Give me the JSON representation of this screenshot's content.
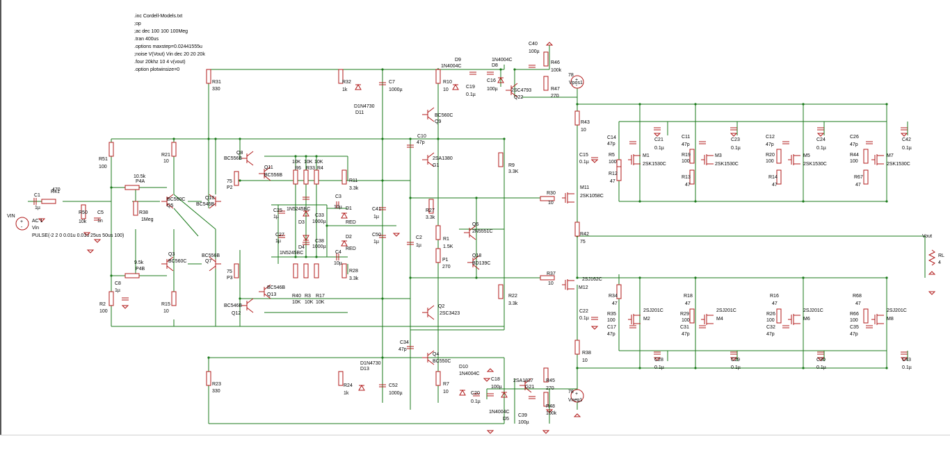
{
  "directives": [
    ".inc Cordell-Models.txt",
    ";op",
    ";ac dec 100 100 100Meg",
    ".tran 400us",
    ".options maxstep=0.02441555u",
    ";noise V(Vout) Vin dec 20 20 20k",
    ".four 20khz 10 4 v(vout)",
    ".option plotwinsize=0"
  ],
  "components": [
    {
      "id": "c1",
      "label": "C1"
    },
    {
      "id": "c1v",
      "label": "1µ"
    },
    {
      "id": "r41",
      "label": "R41"
    },
    {
      "id": "r41v",
      "label": "470"
    },
    {
      "id": "vin",
      "label": "VIN"
    },
    {
      "id": "vin1",
      "label": "AC 1"
    },
    {
      "id": "vin2",
      "label": "Vin"
    },
    {
      "id": "vin3",
      "label": "PULSE(-2 2 0 0.01u 0.01u 25us 50us 100)"
    },
    {
      "id": "r50",
      "label": "R50"
    },
    {
      "id": "r50v",
      "label": "10k"
    },
    {
      "id": "c5",
      "label": "C5"
    },
    {
      "id": "c5v",
      "label": "1n"
    },
    {
      "id": "r51",
      "label": "R51"
    },
    {
      "id": "r51v",
      "label": "100"
    },
    {
      "id": "r2",
      "label": "R2"
    },
    {
      "id": "r2v",
      "label": "100"
    },
    {
      "id": "c8",
      "label": "C8"
    },
    {
      "id": "c8v",
      "label": "1µ"
    },
    {
      "id": "p4a1",
      "label": "10.5k"
    },
    {
      "id": "p4a",
      "label": "P4A"
    },
    {
      "id": "p4b1",
      "label": "9.5k"
    },
    {
      "id": "p4b",
      "label": "P4B"
    },
    {
      "id": "r38",
      "label": "R38"
    },
    {
      "id": "r38v",
      "label": "1Meg"
    },
    {
      "id": "r21",
      "label": "R21"
    },
    {
      "id": "r21v",
      "label": "10"
    },
    {
      "id": "r15",
      "label": "R15"
    },
    {
      "id": "r15v",
      "label": "10"
    },
    {
      "id": "q5",
      "label": "BC560C"
    },
    {
      "id": "q5n",
      "label": "Q5"
    },
    {
      "id": "q3",
      "label": "Q3"
    },
    {
      "id": "q3n",
      "label": "BC560C"
    },
    {
      "id": "q10",
      "label": "Q10"
    },
    {
      "id": "q10n",
      "label": "BC546B"
    },
    {
      "id": "q7",
      "label": "BC556B"
    },
    {
      "id": "q7n",
      "label": "Q7"
    },
    {
      "id": "r31",
      "label": "R31"
    },
    {
      "id": "r31v",
      "label": "330"
    },
    {
      "id": "r23",
      "label": "R23"
    },
    {
      "id": "r23v",
      "label": "330"
    },
    {
      "id": "q8",
      "label": "Q8"
    },
    {
      "id": "q8n",
      "label": "BC556B"
    },
    {
      "id": "q11",
      "label": "Q11"
    },
    {
      "id": "q11n",
      "label": "BC556B"
    },
    {
      "id": "p2v",
      "label": "75"
    },
    {
      "id": "p2",
      "label": "P2"
    },
    {
      "id": "p3v",
      "label": "75"
    },
    {
      "id": "p3",
      "label": "P3"
    },
    {
      "id": "q13",
      "label": "BC546B"
    },
    {
      "id": "q13n",
      "label": "Q13"
    },
    {
      "id": "q12",
      "label": "BC546B"
    },
    {
      "id": "q12n",
      "label": "Q12"
    },
    {
      "id": "r6v",
      "label": "10K"
    },
    {
      "id": "r33v",
      "label": "10K"
    },
    {
      "id": "r4v",
      "label": "10K"
    },
    {
      "id": "r6",
      "label": "R6"
    },
    {
      "id": "r33",
      "label": "R33"
    },
    {
      "id": "r4",
      "label": "R4"
    },
    {
      "id": "r40",
      "label": "R40"
    },
    {
      "id": "r3",
      "label": "R3"
    },
    {
      "id": "r17",
      "label": "R17"
    },
    {
      "id": "r40v",
      "label": "10K"
    },
    {
      "id": "r3v",
      "label": "10K"
    },
    {
      "id": "r17v",
      "label": "10K"
    },
    {
      "id": "c25",
      "label": "C25"
    },
    {
      "id": "c25v",
      "label": "1µ"
    },
    {
      "id": "c27",
      "label": "C27"
    },
    {
      "id": "c27v",
      "label": "1µ"
    },
    {
      "id": "d3m",
      "label": "1N5245BC"
    },
    {
      "id": "d3",
      "label": "D3"
    },
    {
      "id": "d4",
      "label": "D4"
    },
    {
      "id": "d4m",
      "label": "1N5245BC"
    },
    {
      "id": "c33",
      "label": "C33"
    },
    {
      "id": "c33v",
      "label": "1000µ"
    },
    {
      "id": "c38",
      "label": "C38"
    },
    {
      "id": "c38v",
      "label": "1000µ"
    },
    {
      "id": "r11",
      "label": "R11"
    },
    {
      "id": "r11v",
      "label": "3.3k"
    },
    {
      "id": "r28",
      "label": "R28"
    },
    {
      "id": "r28v",
      "label": "3.3k"
    },
    {
      "id": "c3",
      "label": "C3"
    },
    {
      "id": "c3v",
      "label": "10µ"
    },
    {
      "id": "c4",
      "label": "C4"
    },
    {
      "id": "c4v",
      "label": "10µ"
    },
    {
      "id": "d1",
      "label": "D1"
    },
    {
      "id": "d1m",
      "label": "RED"
    },
    {
      "id": "d2",
      "label": "D2"
    },
    {
      "id": "d2m",
      "label": "RED"
    },
    {
      "id": "r32",
      "label": "R32"
    },
    {
      "id": "r32v",
      "label": "1k"
    },
    {
      "id": "d11m",
      "label": "D1N4730"
    },
    {
      "id": "d11",
      "label": "D11"
    },
    {
      "id": "c7",
      "label": "C7"
    },
    {
      "id": "c7v",
      "label": "1000µ"
    },
    {
      "id": "r24",
      "label": "R24"
    },
    {
      "id": "r24v",
      "label": "1k"
    },
    {
      "id": "d13m",
      "label": "D1N4730"
    },
    {
      "id": "d13",
      "label": "D13"
    },
    {
      "id": "c52",
      "label": "C52"
    },
    {
      "id": "c52v",
      "label": "1000µ"
    },
    {
      "id": "c41",
      "label": "C41"
    },
    {
      "id": "c41v",
      "label": "1µ"
    },
    {
      "id": "c50",
      "label": "C50"
    },
    {
      "id": "c50v",
      "label": "1µ"
    },
    {
      "id": "r10",
      "label": "R10"
    },
    {
      "id": "r10v",
      "label": "10"
    },
    {
      "id": "q9m",
      "label": "BC560C"
    },
    {
      "id": "q9",
      "label": "Q9"
    },
    {
      "id": "c10",
      "label": "C10"
    },
    {
      "id": "c10v",
      "label": "47p"
    },
    {
      "id": "g1m",
      "label": "2SA1380"
    },
    {
      "id": "g1",
      "label": "G1"
    },
    {
      "id": "r27",
      "label": "R27"
    },
    {
      "id": "r27v",
      "label": "3.3k"
    },
    {
      "id": "c2",
      "label": "C2"
    },
    {
      "id": "c2v",
      "label": "1µ"
    },
    {
      "id": "r1",
      "label": "R1"
    },
    {
      "id": "r1v",
      "label": "1.5K"
    },
    {
      "id": "p1",
      "label": "P1"
    },
    {
      "id": "p1v",
      "label": "270"
    },
    {
      "id": "q6",
      "label": "Q6"
    },
    {
      "id": "q6m",
      "label": "2N5551C"
    },
    {
      "id": "q18",
      "label": "Q18"
    },
    {
      "id": "q18m",
      "label": "BD139C"
    },
    {
      "id": "q2",
      "label": "Q2"
    },
    {
      "id": "q2m",
      "label": "2SC3423"
    },
    {
      "id": "c34",
      "label": "C34"
    },
    {
      "id": "c34v",
      "label": "47p"
    },
    {
      "id": "q4",
      "label": "Q4"
    },
    {
      "id": "q4m",
      "label": "BC550C"
    },
    {
      "id": "r7",
      "label": "R7"
    },
    {
      "id": "r7v",
      "label": "10"
    },
    {
      "id": "r9",
      "label": "R9"
    },
    {
      "id": "r9v",
      "label": "3.3K"
    },
    {
      "id": "r22",
      "label": "R22"
    },
    {
      "id": "r22v",
      "label": "3.3k"
    },
    {
      "id": "d9",
      "label": "D9"
    },
    {
      "id": "d9m",
      "label": "1N4004C"
    },
    {
      "id": "d8m",
      "label": "1N4004C"
    },
    {
      "id": "d8",
      "label": "D8"
    },
    {
      "id": "c19",
      "label": "C19"
    },
    {
      "id": "c19v",
      "label": "0.1µ"
    },
    {
      "id": "c16",
      "label": "C16"
    },
    {
      "id": "c16v",
      "label": "100µ"
    },
    {
      "id": "q22m",
      "label": "2SC4793"
    },
    {
      "id": "q22",
      "label": "Q22"
    },
    {
      "id": "c40",
      "label": "C40"
    },
    {
      "id": "c40v",
      "label": "100µ"
    },
    {
      "id": "r46",
      "label": "R46"
    },
    {
      "id": "r46v",
      "label": "100k"
    },
    {
      "id": "r47",
      "label": "R47"
    },
    {
      "id": "r47v",
      "label": "270"
    },
    {
      "id": "vpos",
      "label": "78"
    },
    {
      "id": "vposn",
      "label": "Vpos1"
    },
    {
      "id": "d10",
      "label": "D10"
    },
    {
      "id": "d10m",
      "label": "1N4004C"
    },
    {
      "id": "c18",
      "label": "C18"
    },
    {
      "id": "c18v",
      "label": "100µ"
    },
    {
      "id": "c20",
      "label": "C20"
    },
    {
      "id": "c20v",
      "label": "0.1µ"
    },
    {
      "id": "d5m",
      "label": "1N4004C"
    },
    {
      "id": "d5",
      "label": "D5"
    },
    {
      "id": "g21m",
      "label": "2SA1837"
    },
    {
      "id": "g21",
      "label": "G21"
    },
    {
      "id": "r45",
      "label": "R45"
    },
    {
      "id": "r45v",
      "label": "270"
    },
    {
      "id": "r48",
      "label": "R48"
    },
    {
      "id": "r48v",
      "label": "100k"
    },
    {
      "id": "c39",
      "label": "C39"
    },
    {
      "id": "c39v",
      "label": "100µ"
    },
    {
      "id": "vneg",
      "label": "78"
    },
    {
      "id": "vnegn",
      "label": "Vneg1"
    },
    {
      "id": "r43",
      "label": "R43"
    },
    {
      "id": "r43v",
      "label": "10"
    },
    {
      "id": "c15",
      "label": "C15"
    },
    {
      "id": "c15v",
      "label": "0.1µ"
    },
    {
      "id": "r30",
      "label": "R30"
    },
    {
      "id": "r30v",
      "label": "10"
    },
    {
      "id": "m11",
      "label": "M11"
    },
    {
      "id": "m11m",
      "label": "2SK1058C"
    },
    {
      "id": "r42",
      "label": "R42"
    },
    {
      "id": "r42v",
      "label": "75"
    },
    {
      "id": "r37",
      "label": "R37"
    },
    {
      "id": "r37v",
      "label": "10"
    },
    {
      "id": "m12m",
      "label": "2SJ162C"
    },
    {
      "id": "m12",
      "label": "M12"
    },
    {
      "id": "c22",
      "label": "C22"
    },
    {
      "id": "c22v",
      "label": "0.1µ"
    },
    {
      "id": "r38b",
      "label": "R38"
    },
    {
      "id": "r38bv",
      "label": "10"
    },
    {
      "id": "vout",
      "label": "Vout"
    },
    {
      "id": "rl",
      "label": "RL"
    },
    {
      "id": "rlv",
      "label": "4"
    },
    {
      "id": "c14",
      "label": "C14"
    },
    {
      "id": "c14v",
      "label": "47p"
    },
    {
      "id": "r5",
      "label": "R5"
    },
    {
      "id": "r5v",
      "label": "100"
    },
    {
      "id": "m1",
      "label": "M1"
    },
    {
      "id": "m1m",
      "label": "2SK1530C"
    },
    {
      "id": "r12",
      "label": "R12"
    },
    {
      "id": "r12v",
      "label": "47"
    },
    {
      "id": "c21",
      "label": "C21"
    },
    {
      "id": "c21v",
      "label": "0.1µ"
    },
    {
      "id": "c11",
      "label": "C11"
    },
    {
      "id": "c11v",
      "label": "47p"
    },
    {
      "id": "r19",
      "label": "R19"
    },
    {
      "id": "r19v",
      "label": "100"
    },
    {
      "id": "m3",
      "label": "M3"
    },
    {
      "id": "m3m",
      "label": "2SK1530C"
    },
    {
      "id": "r13",
      "label": "R13"
    },
    {
      "id": "r13v",
      "label": "47"
    },
    {
      "id": "c23",
      "label": "C23"
    },
    {
      "id": "c23v",
      "label": "0.1µ"
    },
    {
      "id": "c12",
      "label": "C12"
    },
    {
      "id": "c12v",
      "label": "47p"
    },
    {
      "id": "r20",
      "label": "R20"
    },
    {
      "id": "r20v",
      "label": "100"
    },
    {
      "id": "m5",
      "label": "M5"
    },
    {
      "id": "m5m",
      "label": "2SK1530C"
    },
    {
      "id": "r14",
      "label": "R14"
    },
    {
      "id": "r14v",
      "label": "47"
    },
    {
      "id": "c24",
      "label": "C24"
    },
    {
      "id": "c24v",
      "label": "0.1µ"
    },
    {
      "id": "c26",
      "label": "C26"
    },
    {
      "id": "c26v",
      "label": "47p"
    },
    {
      "id": "r44",
      "label": "R44"
    },
    {
      "id": "r44v",
      "label": "100"
    },
    {
      "id": "m7",
      "label": "M7"
    },
    {
      "id": "m7m",
      "label": "2SK1530C"
    },
    {
      "id": "r67",
      "label": "R67"
    },
    {
      "id": "r67v",
      "label": "47"
    },
    {
      "id": "c42",
      "label": "C42"
    },
    {
      "id": "c42v",
      "label": "0.1µ"
    },
    {
      "id": "r34",
      "label": "R34"
    },
    {
      "id": "r34v",
      "label": "47"
    },
    {
      "id": "r35",
      "label": "R35"
    },
    {
      "id": "r35v",
      "label": "100"
    },
    {
      "id": "c17",
      "label": "C17"
    },
    {
      "id": "c17v",
      "label": "47p"
    },
    {
      "id": "m2m",
      "label": "2SJ201C"
    },
    {
      "id": "m2",
      "label": "M2"
    },
    {
      "id": "c28",
      "label": "C28"
    },
    {
      "id": "c28v",
      "label": "0.1µ"
    },
    {
      "id": "r18",
      "label": "R18"
    },
    {
      "id": "r18v",
      "label": "47"
    },
    {
      "id": "r29",
      "label": "R29"
    },
    {
      "id": "r29v",
      "label": "100"
    },
    {
      "id": "c31",
      "label": "C31"
    },
    {
      "id": "c31v",
      "label": "47p"
    },
    {
      "id": "m4m",
      "label": "2SJ201C"
    },
    {
      "id": "m4",
      "label": "M4"
    },
    {
      "id": "c29",
      "label": "C29"
    },
    {
      "id": "c29v",
      "label": "0.1µ"
    },
    {
      "id": "r16",
      "label": "R16"
    },
    {
      "id": "r16v",
      "label": "47"
    },
    {
      "id": "r26",
      "label": "R26"
    },
    {
      "id": "r26v",
      "label": "100"
    },
    {
      "id": "c32",
      "label": "C32"
    },
    {
      "id": "c32v",
      "label": "47p"
    },
    {
      "id": "m6m",
      "label": "2SJ201C"
    },
    {
      "id": "m6",
      "label": "M6"
    },
    {
      "id": "c30",
      "label": "C30"
    },
    {
      "id": "c30v",
      "label": "0.1µ"
    },
    {
      "id": "r68",
      "label": "R68"
    },
    {
      "id": "r68v",
      "label": "47"
    },
    {
      "id": "r66",
      "label": "R66"
    },
    {
      "id": "r66v",
      "label": "100"
    },
    {
      "id": "c35",
      "label": "C35"
    },
    {
      "id": "c35v",
      "label": "47p"
    },
    {
      "id": "m8m",
      "label": "2SJ201C"
    },
    {
      "id": "m8",
      "label": "M8"
    },
    {
      "id": "c43",
      "label": "C43"
    },
    {
      "id": "c43v",
      "label": "0.1µ"
    }
  ]
}
